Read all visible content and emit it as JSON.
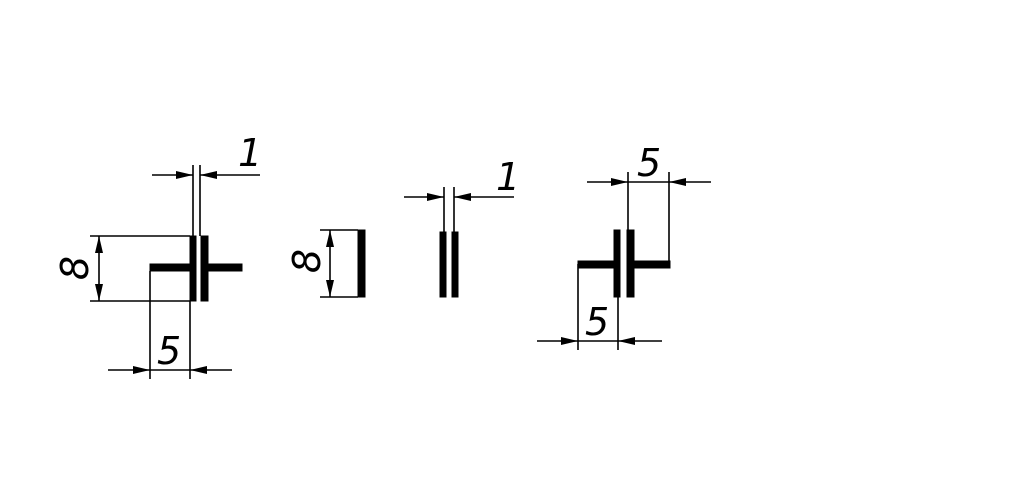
{
  "diagram": {
    "colors": {
      "ink": "#000000",
      "background": "#ffffff"
    },
    "figure1": {
      "top_dim": "1",
      "left_dim": "8",
      "bottom_dim": "5"
    },
    "figure2": {
      "left_dim": "8"
    },
    "figure3": {
      "top_dim": "1"
    },
    "figure4": {
      "top_dim": "5",
      "bottom_dim": "5"
    }
  }
}
